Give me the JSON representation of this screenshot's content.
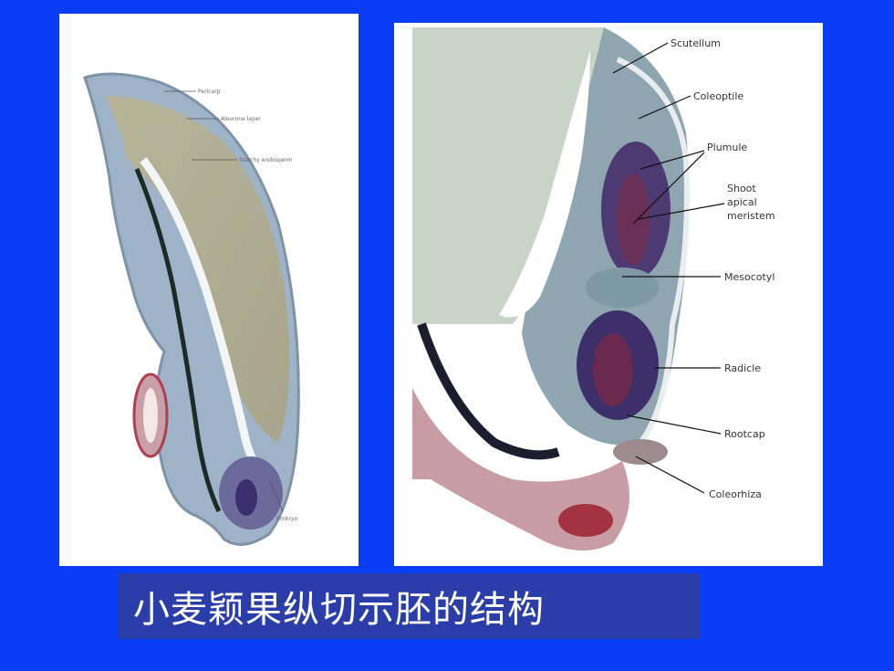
{
  "slide": {
    "caption": "小麦颖果纵切示胚的结构",
    "background_color": "#0b3cf5",
    "caption_bg_color": "#2a3da8"
  },
  "left_image": {
    "labels": {
      "pericarp": "Pericarp",
      "aleurone": "Aleurone layer",
      "starchy": "Starchy endosperm",
      "embryo": "Embryo"
    }
  },
  "right_image": {
    "labels": {
      "scutellum": "Scutellum",
      "coleoptile": "Coleoptile",
      "plumule": "Plumule",
      "shoot_apical_1": "Shoot",
      "shoot_apical_2": "apical",
      "shoot_apical_3": "meristem",
      "mesocotyl": "Mesocotyl",
      "radicle": "Radicle",
      "rootcap": "Rootcap",
      "coleorhiza": "Coleorhiza"
    }
  }
}
